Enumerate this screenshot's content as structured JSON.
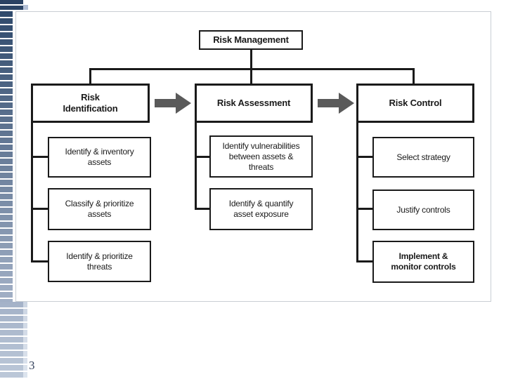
{
  "page": {
    "number": "3"
  },
  "diagram": {
    "title_box": "Risk Management",
    "columns": [
      {
        "header": "Risk\nIdentification",
        "children": [
          "Identify & inventory\nassets",
          "Classify & prioritize\nassets",
          "Identify & prioritize\nthreats"
        ]
      },
      {
        "header": "Risk Assessment",
        "children": [
          "Identify vulnerabilities\nbetween assets &\nthreats",
          "Identify & quantify\nasset exposure"
        ]
      },
      {
        "header": "Risk Control",
        "children": [
          "Select strategy",
          "Justify controls",
          "Implement &\nmonitor controls"
        ]
      }
    ],
    "colors": {
      "line": "#1a1a1a",
      "arrow": "#5a5a5a",
      "strip_top": "#2c4566",
      "strip_bottom": "#bcc8d8",
      "page_number": "#35425c"
    }
  }
}
